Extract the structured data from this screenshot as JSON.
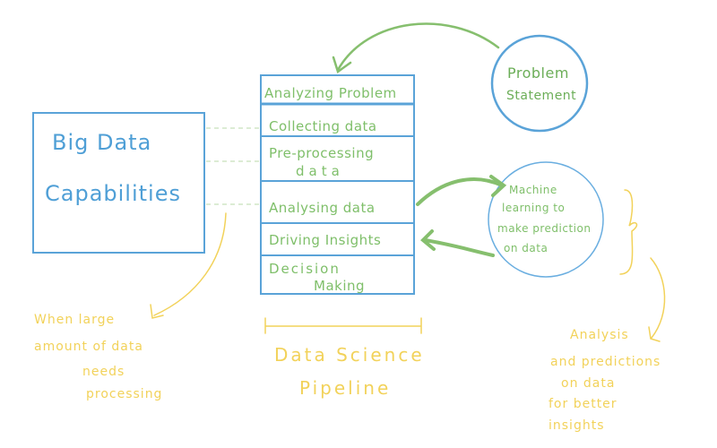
{
  "big_data": {
    "line1": "Big Data",
    "line2": "Capabilities"
  },
  "big_data_note": [
    "When large",
    "amount of data",
    "needs",
    "processing"
  ],
  "pipeline": {
    "steps": [
      "Analyzing Problem",
      "Collecting data",
      "Pre-processing",
      "data",
      "Analysing data",
      "Driving Insights",
      "Decision",
      "Making"
    ],
    "label_line1": "Data Science",
    "label_line2": "Pipeline"
  },
  "problem": {
    "line1": "Problem",
    "line2": "Statement"
  },
  "ml": [
    "Machine",
    "learning to",
    "make prediction",
    "on data"
  ],
  "analysis_note": [
    "Analysis",
    "and predictions",
    "on data",
    "for better",
    "insights"
  ],
  "colors": {
    "blue": "#5aa3d8",
    "green": "#86bf6e",
    "yellow": "#f2d25a"
  }
}
